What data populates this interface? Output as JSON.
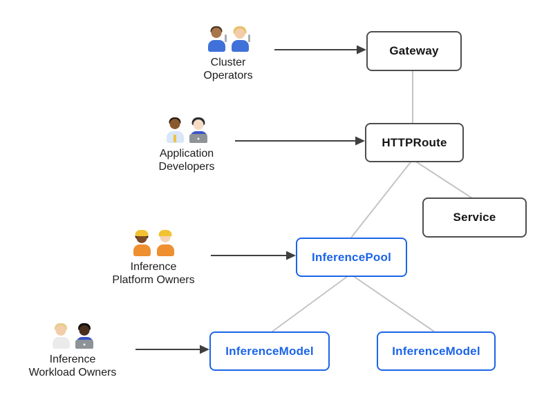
{
  "diagram": {
    "background": "#ffffff",
    "colors": {
      "node_border_dark": "#4d4d4d",
      "node_text_dark": "#151515",
      "node_accent_blue": "#1b64e8",
      "connector_gray": "#c4c4c4",
      "arrow_dark": "#3f3f3f"
    },
    "actors": [
      {
        "label": "Cluster\nOperators",
        "icons": [
          {
            "name": "man-mechanic-icon",
            "emoji": "👨🏽‍🔧"
          },
          {
            "name": "woman-mechanic-icon",
            "emoji": "👩🏼‍🔧"
          }
        ]
      },
      {
        "label": "Application\nDevelopers",
        "icons": [
          {
            "name": "man-office-worker-icon",
            "emoji": "👨🏾‍💼"
          },
          {
            "name": "woman-technologist-icon",
            "emoji": "👩🏻‍💻"
          }
        ]
      },
      {
        "label": "Inference\nPlatform Owners",
        "icons": [
          {
            "name": "woman-construction-worker-icon",
            "emoji": "👷🏾‍♀️"
          },
          {
            "name": "man-construction-worker-icon",
            "emoji": "👷🏻"
          }
        ]
      },
      {
        "label": "Inference\nWorkload Owners",
        "icons": [
          {
            "name": "health-worker-icon",
            "emoji": "🧑🏼‍⚕️"
          },
          {
            "name": "man-technologist-icon",
            "emoji": "👨🏿‍💻"
          }
        ]
      }
    ],
    "nodes": [
      {
        "label": "Gateway",
        "style": "dark"
      },
      {
        "label": "HTTPRoute",
        "style": "dark"
      },
      {
        "label": "Service",
        "style": "dark"
      },
      {
        "label": "InferencePool",
        "style": "blue"
      },
      {
        "label": "InferenceModel",
        "style": "blue"
      },
      {
        "label": "InferenceModel",
        "style": "blue"
      }
    ],
    "edges": [
      {
        "from": "Cluster Operators",
        "to": "Gateway",
        "type": "arrow"
      },
      {
        "from": "Application Developers",
        "to": "HTTPRoute",
        "type": "arrow"
      },
      {
        "from": "Inference Platform Owners",
        "to": "InferencePool",
        "type": "arrow"
      },
      {
        "from": "Inference Workload Owners",
        "to": "InferenceModel",
        "type": "arrow"
      },
      {
        "from": "Gateway",
        "to": "HTTPRoute",
        "type": "line"
      },
      {
        "from": "HTTPRoute",
        "to": "Service",
        "type": "line"
      },
      {
        "from": "HTTPRoute",
        "to": "InferencePool",
        "type": "line"
      },
      {
        "from": "InferencePool",
        "to": "InferenceModel",
        "type": "line"
      },
      {
        "from": "InferencePool",
        "to": "InferenceModel",
        "type": "line"
      }
    ]
  }
}
